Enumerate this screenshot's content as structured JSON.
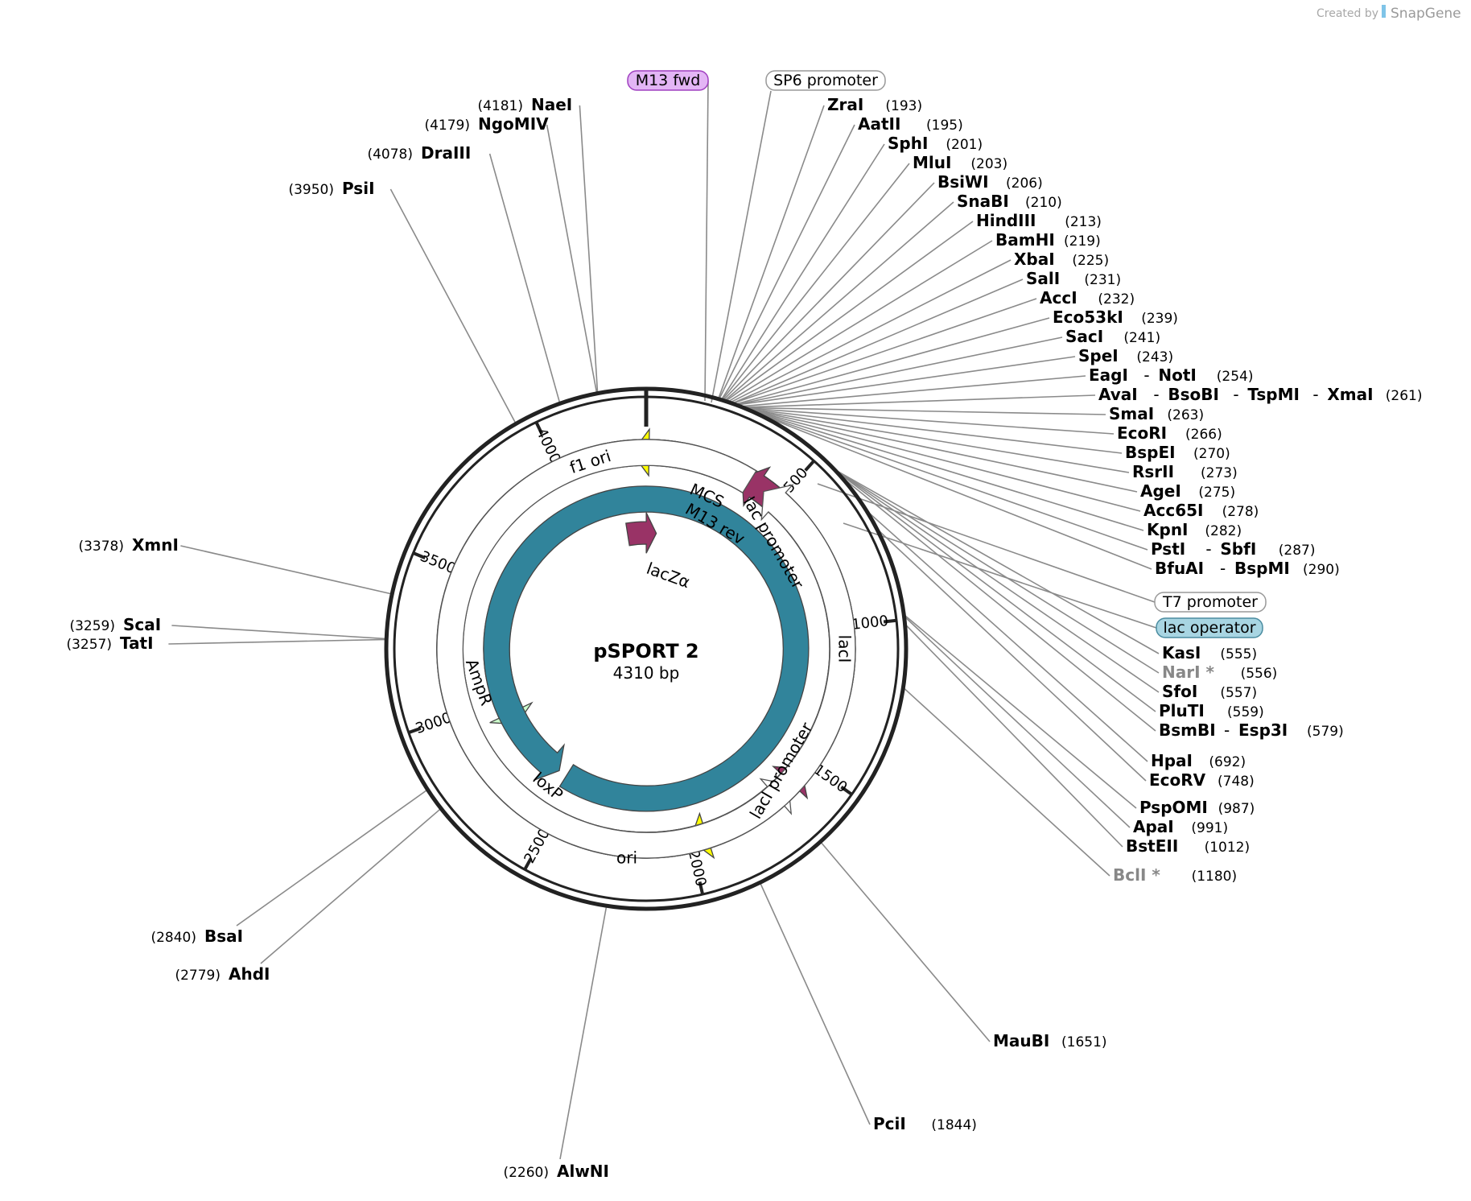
{
  "plasmid": {
    "name": "pSPORT 2",
    "length_label": "4310 bp",
    "length": 4310
  },
  "credit": {
    "prefix": "Created by",
    "brand": "SnapGene"
  },
  "ticks": [
    {
      "pos": 500,
      "label": "500"
    },
    {
      "pos": 1000,
      "label": "1000"
    },
    {
      "pos": 1500,
      "label": "1500"
    },
    {
      "pos": 2000,
      "label": "2000"
    },
    {
      "pos": 2500,
      "label": "2500"
    },
    {
      "pos": 3000,
      "label": "3000"
    },
    {
      "pos": 3500,
      "label": "3500"
    },
    {
      "pos": 4000,
      "label": "4000"
    }
  ],
  "features": [
    {
      "id": "f1ori",
      "label": "f1 ori",
      "color": "#ffff00",
      "start": 3800,
      "end": 4260,
      "dir": -1,
      "track": 0
    },
    {
      "id": "ampr",
      "label": "AmpR",
      "color": "#ccffcc",
      "start": 3520,
      "end": 2870,
      "dir": -1,
      "track": 1
    },
    {
      "id": "ori",
      "label": "ori",
      "color": "#ffff00",
      "start": 2280,
      "end": 2000,
      "dir": 1,
      "track": 0
    },
    {
      "id": "laci",
      "label": "lacI",
      "color": "#993366",
      "start": 700,
      "end": 1530,
      "dir": -1,
      "track": 0
    },
    {
      "id": "lacza",
      "label": "lacZα",
      "color": "#993366",
      "start": 4200,
      "end": 60,
      "dir": 1,
      "track": 2
    },
    {
      "id": "loxp",
      "label": "loxP",
      "color": "#31849b",
      "start": 2540,
      "end": 2580,
      "dir": -1,
      "track": 1
    },
    {
      "id": "laciprom",
      "label": "lacI promoter",
      "color": "#ffffff",
      "start": 1530,
      "end": 1600,
      "dir": -1,
      "track": 0
    },
    {
      "id": "mcs",
      "label": "MCS",
      "color": "#99ccff",
      "start": 193,
      "end": 290,
      "dir": 0,
      "track": 0
    },
    {
      "id": "m13rev",
      "label": "M13 rev",
      "color": "#993366",
      "start": 330,
      "end": 350,
      "dir": -1,
      "track": 0
    },
    {
      "id": "lacprom",
      "label": "lac promoter",
      "color": "#ffffff",
      "start": 380,
      "end": 440,
      "dir": -1,
      "track": 0
    }
  ],
  "primers": [
    {
      "label": "M13 fwd",
      "fill": "#e3b5f5",
      "stroke": "#a040c0"
    },
    {
      "label": "SP6 promoter",
      "fill": "#ffffff",
      "stroke": "#999999"
    },
    {
      "label": "T7 promoter",
      "fill": "#ffffff",
      "stroke": "#999999"
    },
    {
      "label": "lac operator",
      "fill": "#a8d5e2",
      "stroke": "#4a8ca0"
    }
  ],
  "right_sites": [
    {
      "names": [
        "ZraI"
      ],
      "pos": "(193)",
      "site": 193
    },
    {
      "names": [
        "AatII"
      ],
      "pos": "(195)",
      "site": 195
    },
    {
      "names": [
        "SphI"
      ],
      "pos": "(201)",
      "site": 201
    },
    {
      "names": [
        "MluI"
      ],
      "pos": "(203)",
      "site": 203
    },
    {
      "names": [
        "BsiWI"
      ],
      "pos": "(206)",
      "site": 206
    },
    {
      "names": [
        "SnaBI"
      ],
      "pos": "(210)",
      "site": 210
    },
    {
      "names": [
        "HindIII"
      ],
      "pos": "(213)",
      "site": 213
    },
    {
      "names": [
        "BamHI"
      ],
      "pos": "(219)",
      "site": 219
    },
    {
      "names": [
        "XbaI"
      ],
      "pos": "(225)",
      "site": 225
    },
    {
      "names": [
        "SalI"
      ],
      "pos": "(231)",
      "site": 231
    },
    {
      "names": [
        "AccI"
      ],
      "pos": "(232)",
      "site": 232
    },
    {
      "names": [
        "Eco53kI"
      ],
      "pos": "(239)",
      "site": 239
    },
    {
      "names": [
        "SacI"
      ],
      "pos": "(241)",
      "site": 241
    },
    {
      "names": [
        "SpeI"
      ],
      "pos": "(243)",
      "site": 243
    },
    {
      "names": [
        "EagI",
        "NotI"
      ],
      "pos": "(254)",
      "site": 254
    },
    {
      "names": [
        "AvaI",
        "BsoBI",
        "TspMI",
        "XmaI"
      ],
      "pos": "(261)",
      "site": 261
    },
    {
      "names": [
        "SmaI"
      ],
      "pos": "(263)",
      "site": 263
    },
    {
      "names": [
        "EcoRI"
      ],
      "pos": "(266)",
      "site": 266
    },
    {
      "names": [
        "BspEI"
      ],
      "pos": "(270)",
      "site": 270
    },
    {
      "names": [
        "RsrII"
      ],
      "pos": "(273)",
      "site": 273
    },
    {
      "names": [
        "AgeI"
      ],
      "pos": "(275)",
      "site": 275
    },
    {
      "names": [
        "Acc65I"
      ],
      "pos": "(278)",
      "site": 278
    },
    {
      "names": [
        "KpnI"
      ],
      "pos": "(282)",
      "site": 282
    },
    {
      "names": [
        "PstI",
        "SbfI"
      ],
      "pos": "(287)",
      "site": 287
    },
    {
      "names": [
        "BfuAI",
        "BspMI"
      ],
      "pos": "(290)",
      "site": 290
    },
    {
      "names": [
        "KasI"
      ],
      "pos": "(555)",
      "site": 555
    },
    {
      "names": [
        "NarI *"
      ],
      "pos": "(556)",
      "site": 556,
      "grey": true
    },
    {
      "names": [
        "SfoI"
      ],
      "pos": "(557)",
      "site": 557
    },
    {
      "names": [
        "PluTI"
      ],
      "pos": "(559)",
      "site": 559
    },
    {
      "names": [
        "BsmBI",
        "Esp3I"
      ],
      "pos": "(579)",
      "site": 579
    },
    {
      "names": [
        "HpaI"
      ],
      "pos": "(692)",
      "site": 692
    },
    {
      "names": [
        "EcoRV"
      ],
      "pos": "(748)",
      "site": 748
    },
    {
      "names": [
        "PspOMI"
      ],
      "pos": "(987)",
      "site": 987
    },
    {
      "names": [
        "ApaI"
      ],
      "pos": "(991)",
      "site": 991
    },
    {
      "names": [
        "BstEII"
      ],
      "pos": "(1012)",
      "site": 1012
    },
    {
      "names": [
        "BclI *"
      ],
      "pos": "(1180)",
      "site": 1180,
      "grey": true
    },
    {
      "names": [
        "MauBI"
      ],
      "pos": "(1651)",
      "site": 1651
    },
    {
      "names": [
        "PciI"
      ],
      "pos": "(1844)",
      "site": 1844
    }
  ],
  "left_sites": [
    {
      "name": "NaeI",
      "pos": "(4181)",
      "site": 4181
    },
    {
      "name": "NgoMIV",
      "pos": "(4179)",
      "site": 4179
    },
    {
      "name": "DraIII",
      "pos": "(4078)",
      "site": 4078
    },
    {
      "name": "PsiI",
      "pos": "(3950)",
      "site": 3950
    },
    {
      "name": "XmnI",
      "pos": "(3378)",
      "site": 3378
    },
    {
      "name": "ScaI",
      "pos": "(3259)",
      "site": 3259
    },
    {
      "name": "TatI",
      "pos": "(3257)",
      "site": 3257
    },
    {
      "name": "BsaI",
      "pos": "(2840)",
      "site": 2840
    },
    {
      "name": "AhdI",
      "pos": "(2779)",
      "site": 2779
    },
    {
      "name": "AlwNI",
      "pos": "(2260)",
      "site": 2260
    }
  ]
}
